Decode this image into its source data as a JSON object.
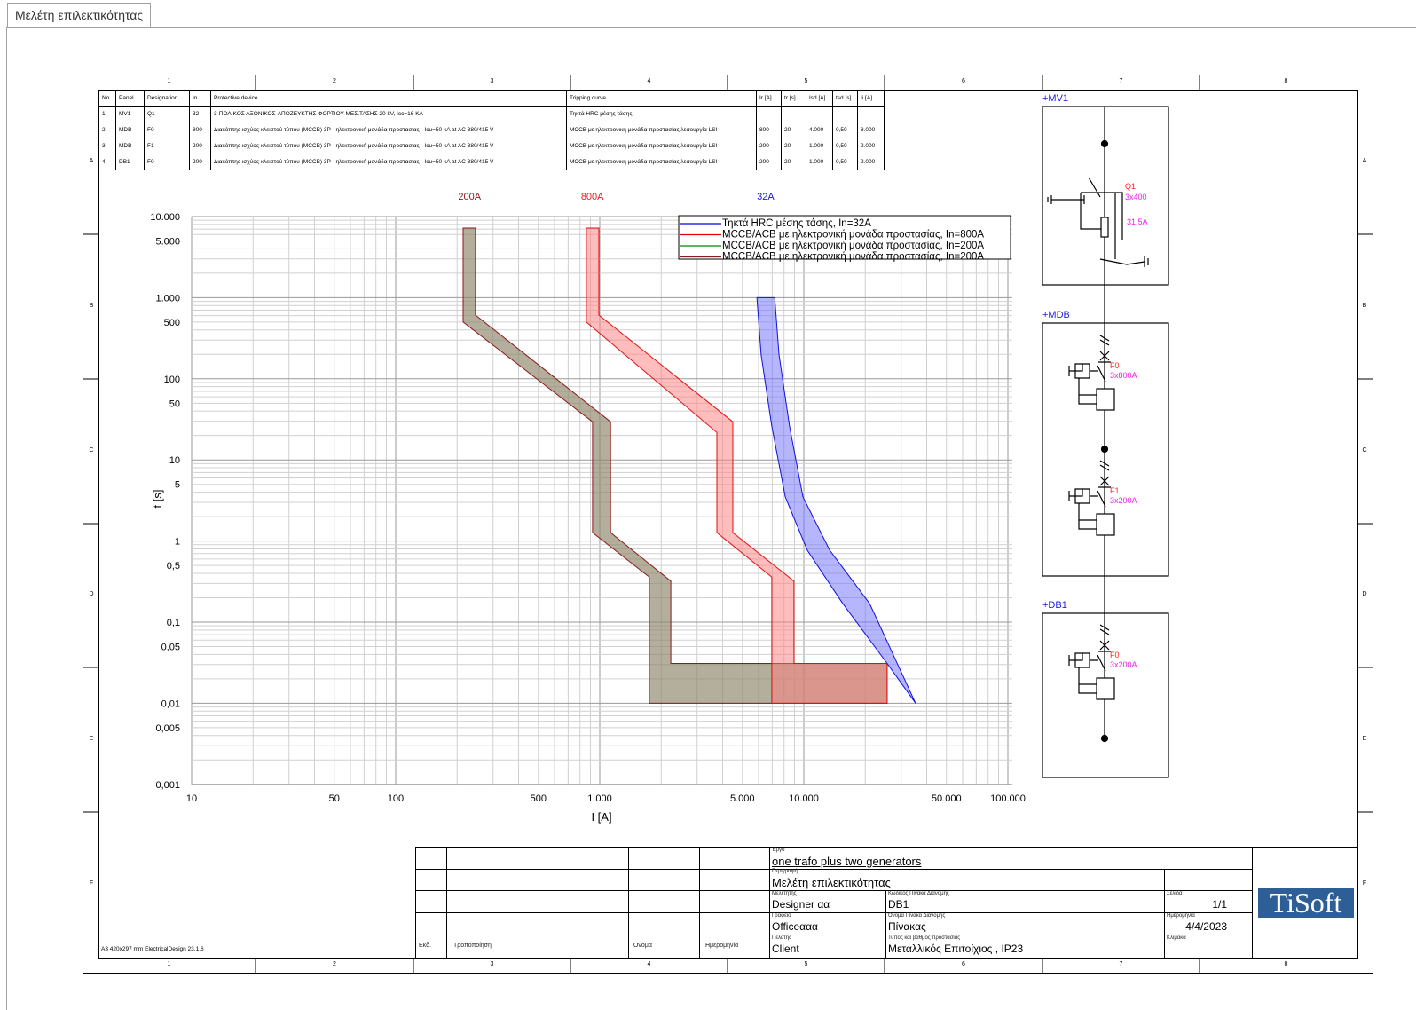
{
  "window": {
    "tab_title": "Μελέτη επιλεκτικότητας"
  },
  "frame": {
    "columns": [
      "1",
      "2",
      "3",
      "4",
      "5",
      "6",
      "7",
      "8"
    ],
    "rows": [
      "A",
      "B",
      "C",
      "D",
      "E",
      "F"
    ],
    "footer_note": "A3 420x297 mm    ElectricalDesign 23.1.6"
  },
  "device_table": {
    "headers": [
      "No",
      "Panel",
      "Designation",
      "In",
      "Protective device",
      "Tripping curve",
      "Ir [A]",
      "tr [s]",
      "Isd [A]",
      "tsd [s]",
      "Ii [A]"
    ],
    "rows": [
      [
        "1",
        "MV1",
        "Q1",
        "32",
        "3-ΠΟΛΙΚΟΣ ΑΞΟΝΙΚΟΣ-ΑΠΟΖΕΥΚΤΗΣ ΦΟΡΤΙΟΥ ΜΕΣ.ΤΑΣΗΣ 20 kV, Icc=16 KA",
        "Τηκτά HRC μέσης τάσης",
        "",
        "",
        "",
        "",
        ""
      ],
      [
        "2",
        "MDB",
        "F0",
        "800",
        "Διακόπτης ισχύος κλειστού τύπου (MCCB) 3P - ηλεκτρονική μονάδα προστασίας - Icu=50 kA at AC 380/415 V",
        "MCCB με ηλεκτρονική μονάδα προστασίας λειτουργία LSI",
        "800",
        "20",
        "4.000",
        "0,50",
        "8.000"
      ],
      [
        "3",
        "MDB",
        "F1",
        "200",
        "Διακόπτης ισχύος κλειστού τύπου (MCCB) 3P - ηλεκτρονική μονάδα προστασίας - Icu=50 kA at AC 380/415 V",
        "MCCB με ηλεκτρονική μονάδα προστασίας λειτουργία LSI",
        "200",
        "20",
        "1.000",
        "0,50",
        "2.000"
      ],
      [
        "4",
        "DB1",
        "F0",
        "200",
        "Διακόπτης ισχύος κλειστού τύπου (MCCB) 3P - ηλεκτρονική μονάδα προστασίας - Icu=50 kA at AC 380/415 V",
        "MCCB με ηλεκτρονική μονάδα προστασίας λειτουργία LSI",
        "200",
        "20",
        "1.000",
        "0,50",
        "2.000"
      ]
    ]
  },
  "chart_data": {
    "type": "area",
    "xlabel": "I [A]",
    "ylabel": "t [s]",
    "xscale": "log",
    "yscale": "log",
    "xlim": [
      10,
      105000
    ],
    "ylim": [
      0.001,
      10000
    ],
    "grid": true,
    "legend_placement": "top-right",
    "xticks": [
      [
        10,
        "10"
      ],
      [
        50,
        "50"
      ],
      [
        100,
        "100"
      ],
      [
        500,
        "500"
      ],
      [
        1000,
        "1.000"
      ],
      [
        5000,
        "5.000"
      ],
      [
        10000,
        "10.000"
      ],
      [
        50000,
        "50.000"
      ],
      [
        100000,
        "100.000"
      ]
    ],
    "yticks": [
      [
        10000,
        "10.000"
      ],
      [
        5000,
        "5.000"
      ],
      [
        1000,
        "1.000"
      ],
      [
        500,
        "500"
      ],
      [
        100,
        "100"
      ],
      [
        50,
        "50"
      ],
      [
        10,
        "10"
      ],
      [
        5,
        "5"
      ],
      [
        1,
        "1"
      ],
      [
        0.5,
        "0,5"
      ],
      [
        0.1,
        "0,1"
      ],
      [
        0.05,
        "0,05"
      ],
      [
        0.01,
        "0,01"
      ],
      [
        0.005,
        "0,005"
      ],
      [
        0.001,
        "0,001"
      ]
    ],
    "band_labels": [
      {
        "text": "200A",
        "I": 230,
        "color": "#8b1a1a"
      },
      {
        "text": "800A",
        "I": 920,
        "color": "#e02020"
      },
      {
        "text": "32A",
        "I": 6500,
        "color": "#1a1acc"
      }
    ],
    "legend": [
      {
        "name": "Τηκτά HRC μέσης τάσης,  In=32A",
        "color": "#0000dd"
      },
      {
        "name": "MCCB/ACB με ηλεκτρονική μονάδα προστασίας,  In=800A",
        "color": "#ee0000"
      },
      {
        "name": "MCCB/ACB με ηλεκτρονική μονάδα προστασίας,  In=200A",
        "color": "#008800"
      },
      {
        "name": "MCCB/ACB με ηλεκτρονική μονάδα προστασίας,  In=200A",
        "color": "#8b1a1a"
      }
    ],
    "series": [
      {
        "key": "200A",
        "stroke": "#8b1a1a",
        "fill": "#8c8468",
        "fill_opacity": 0.65,
        "points": [
          [
            214,
            7200
          ],
          [
            214,
            500
          ],
          [
            922,
            29.5
          ],
          [
            922,
            1.27
          ],
          [
            1750,
            0.36
          ],
          [
            1750,
            0.01
          ],
          [
            25600,
            0.01
          ],
          [
            25600,
            0.031
          ],
          [
            2230,
            0.031
          ],
          [
            2230,
            0.32
          ],
          [
            1130,
            1.27
          ],
          [
            1130,
            29.5
          ],
          [
            246,
            610
          ],
          [
            246,
            7200
          ]
        ]
      },
      {
        "key": "800A",
        "stroke": "#e01010",
        "fill": "#ff7b7b",
        "fill_opacity": 0.5,
        "points": [
          [
            860,
            7200
          ],
          [
            860,
            500
          ],
          [
            3750,
            21.8
          ],
          [
            3750,
            1.27
          ],
          [
            6970,
            0.36
          ],
          [
            6970,
            0.01
          ],
          [
            25600,
            0.01
          ],
          [
            25600,
            0.031
          ],
          [
            8950,
            0.031
          ],
          [
            8950,
            0.32
          ],
          [
            4490,
            1.27
          ],
          [
            4490,
            29.5
          ],
          [
            990,
            610
          ],
          [
            990,
            7200
          ]
        ]
      },
      {
        "key": "32A",
        "stroke": "#1010dd",
        "fill": "#6e6eff",
        "fill_opacity": 0.5,
        "points": [
          [
            5890,
            1000
          ],
          [
            6180,
            196
          ],
          [
            6970,
            26
          ],
          [
            8110,
            3.5
          ],
          [
            10400,
            0.77
          ],
          [
            15500,
            0.17
          ],
          [
            25600,
            0.031
          ],
          [
            35300,
            0.01
          ],
          [
            21000,
            0.17
          ],
          [
            13400,
            0.77
          ],
          [
            9900,
            3.5
          ],
          [
            8510,
            26
          ],
          [
            7560,
            196
          ],
          [
            7200,
            1000
          ]
        ]
      }
    ]
  },
  "schematic": {
    "panels": [
      {
        "label": "+MV1",
        "devices": [
          {
            "name": "Q1",
            "rating": "3x400",
            "fuse": "31,5A"
          }
        ]
      },
      {
        "label": "+MDB",
        "devices": [
          {
            "name": "F0",
            "rating": "3x800A"
          },
          {
            "name": "F1",
            "rating": "3x200A"
          }
        ]
      },
      {
        "label": "+DB1",
        "devices": [
          {
            "name": "F0",
            "rating": "3x200A"
          }
        ]
      }
    ],
    "colors": {
      "panel_label": "#2020dd",
      "device_name": "#ff2020",
      "rating": "#ee22ee"
    }
  },
  "title_block": {
    "rev_headers": [
      "Εκδ.",
      "Τροποποίηση",
      "Όνομα",
      "Ημερομηνία"
    ],
    "project_label": "Έργο",
    "project": "one trafo plus two generators",
    "desc_label": "Περιγραφή",
    "desc": "Μελέτη επιλεκτικότητας",
    "designer_label": "Μελετητής",
    "designer": "Designer αα",
    "office_label": "Γραφείο",
    "office": "Officeααα",
    "client_label": "Πελάτης",
    "client": "Client",
    "panel_code_label": "Κωδικός Πίνακα Διανομής",
    "panel_code": "DB1",
    "panel_name_label": "Όνομα Πίνακα Διανομής",
    "panel_name": "Πίνακας",
    "protection_label": "Τύπος και βαθμός προστασίας",
    "protection": "Μεταλλικός Επιτοίχιος , IP23",
    "page_label": "Σελίδα",
    "page": "1/1",
    "date_label": "Ημερομηνία",
    "date": "4/4/2023",
    "scale_label": "Κλίμακα",
    "logo": "TiSoft"
  }
}
